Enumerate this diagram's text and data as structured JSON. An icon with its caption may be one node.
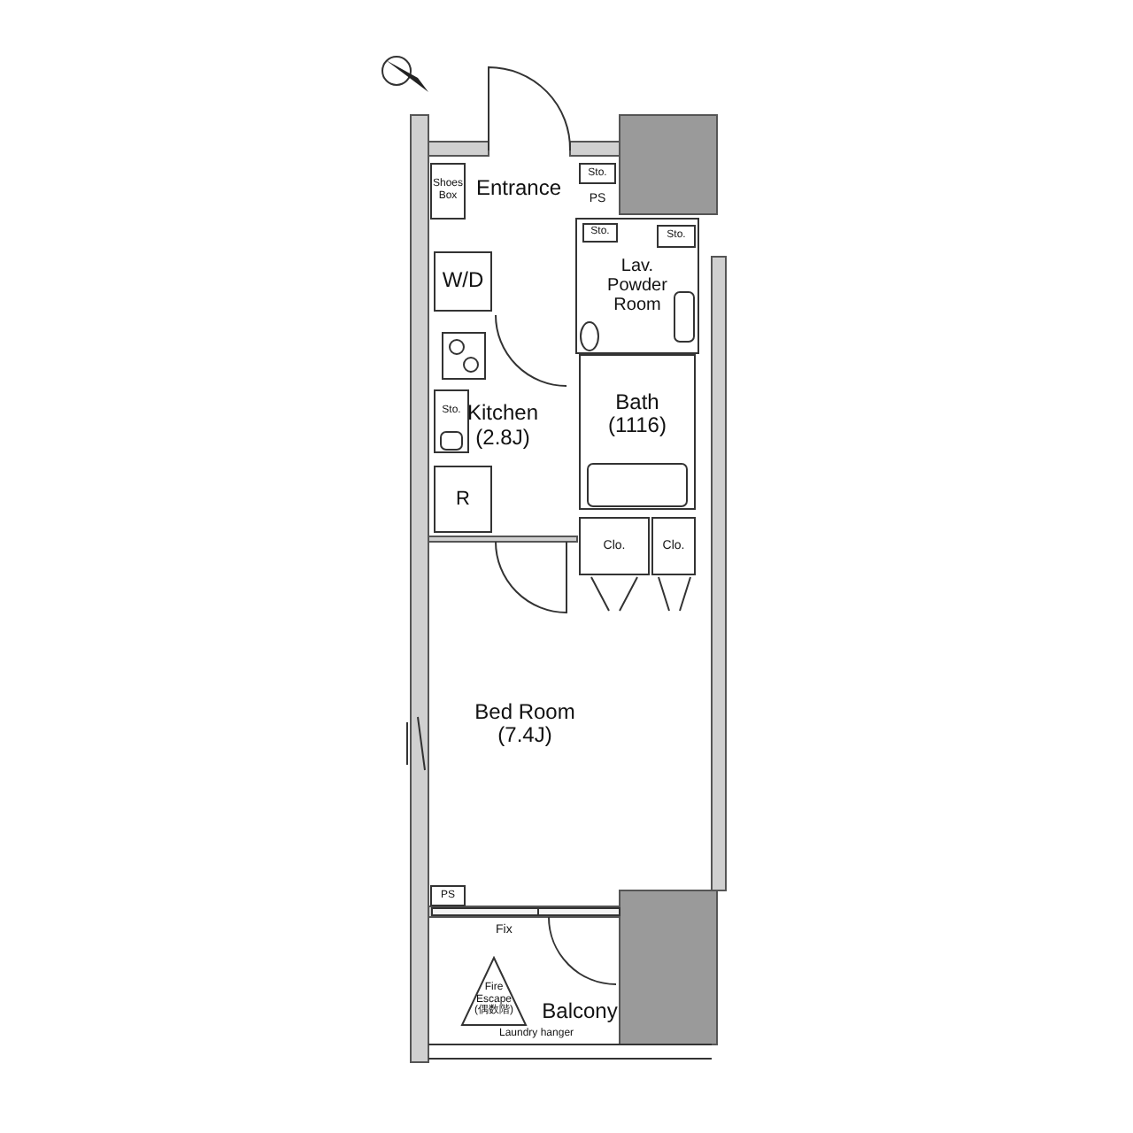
{
  "diagram": {
    "nodes": [
      {
        "text": [
          "Shoes Box"
        ]
      },
      {
        "text": [
          "Entrance"
        ]
      },
      {
        "text": [
          "Sto."
        ]
      },
      {
        "text": [
          "PS"
        ]
      },
      {
        "text": [
          "Lav. Powder Room"
        ]
      },
      {
        "text": [
          "Sto."
        ],
        "in": 4
      },
      {
        "text": [
          "Sto."
        ],
        "in": 4
      },
      {
        "text": [
          "W/D"
        ]
      },
      {
        "text": [
          "Kitchen (2.8J)"
        ]
      },
      {
        "text": [
          "Sto."
        ],
        "in": 8
      },
      {
        "text": [
          "R"
        ],
        "in": 8
      },
      {
        "text": [
          "Bath (1116)"
        ]
      },
      {
        "text": [
          "Clo."
        ]
      },
      {
        "text": [
          "Clo."
        ]
      },
      {
        "text": [
          "Bed Room (7.4J)"
        ]
      },
      {
        "text": [
          "PS"
        ],
        "in": 14
      },
      {
        "text": [
          "Balcony"
        ]
      },
      {
        "text": [
          "Fire Escape (偶数階)"
        ],
        "in": 16
      }
    ],
    "labels": [
      "Fix",
      "Laundry hanger"
    ]
  }
}
